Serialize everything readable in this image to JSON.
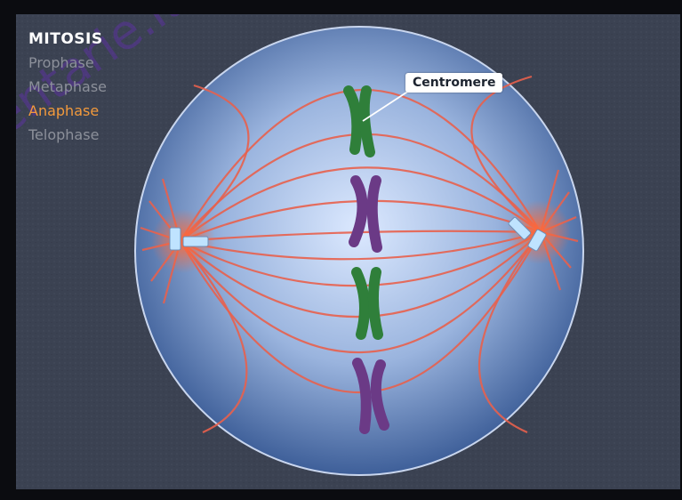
{
  "menu": {
    "title": "MITOSIS",
    "phases": [
      {
        "label": "Prophase",
        "active": false
      },
      {
        "label": "Metaphase",
        "active": false
      },
      {
        "label": "Anaphase",
        "active": true
      },
      {
        "label": "Telophase",
        "active": false
      }
    ]
  },
  "callout": {
    "label": "Centromere"
  },
  "watermark": {
    "text": "entarie.it"
  },
  "colors": {
    "background": "#3b4252",
    "cell_edge": "#c9d6ee",
    "spindle": "#e8604c",
    "chromosome_green": "#2f7f3a",
    "chromosome_purple": "#6b3a86",
    "active_phase": "#f39a3c"
  },
  "icons": [
    "centrosome-left-icon",
    "centrosome-right-icon"
  ]
}
